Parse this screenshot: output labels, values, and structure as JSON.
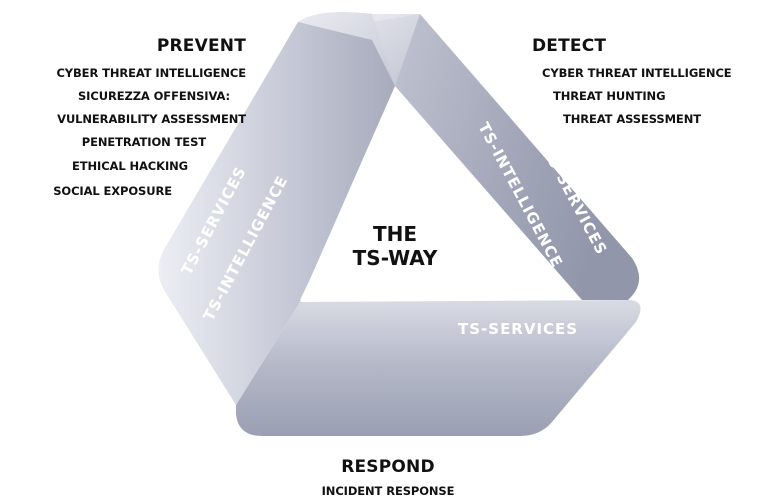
{
  "center": {
    "line1": "THE",
    "line2": "TS-WAY"
  },
  "prevent": {
    "title": "PREVENT",
    "items": [
      "CYBER THREAT INTELLIGENCE",
      "SICUREZZA OFFENSIVA:",
      "VULNERABILITY ASSESSMENT",
      "PENETRATION TEST",
      "ETHICAL HACKING",
      "SOCIAL EXPOSURE"
    ]
  },
  "detect": {
    "title": "DETECT",
    "items": [
      "CYBER THREAT INTELLIGENCE",
      "THREAT HUNTING",
      "THREAT ASSESSMENT"
    ]
  },
  "respond": {
    "title": "RESPOND",
    "items": [
      "INCIDENT RESPONSE"
    ]
  },
  "bands": {
    "left_outer": "TS-SERVICES",
    "left_inner": "TS-INTELLIGENCE",
    "right_inner": "TS-INTELLIGENCE",
    "right_outer": "TS-SERVICES",
    "bottom": "TS-SERVICES"
  },
  "colors": {
    "band_light": "#e4e6ee",
    "band_mid": "#b8bccb",
    "band_dark": "#8b90a3",
    "text": "#111111"
  }
}
